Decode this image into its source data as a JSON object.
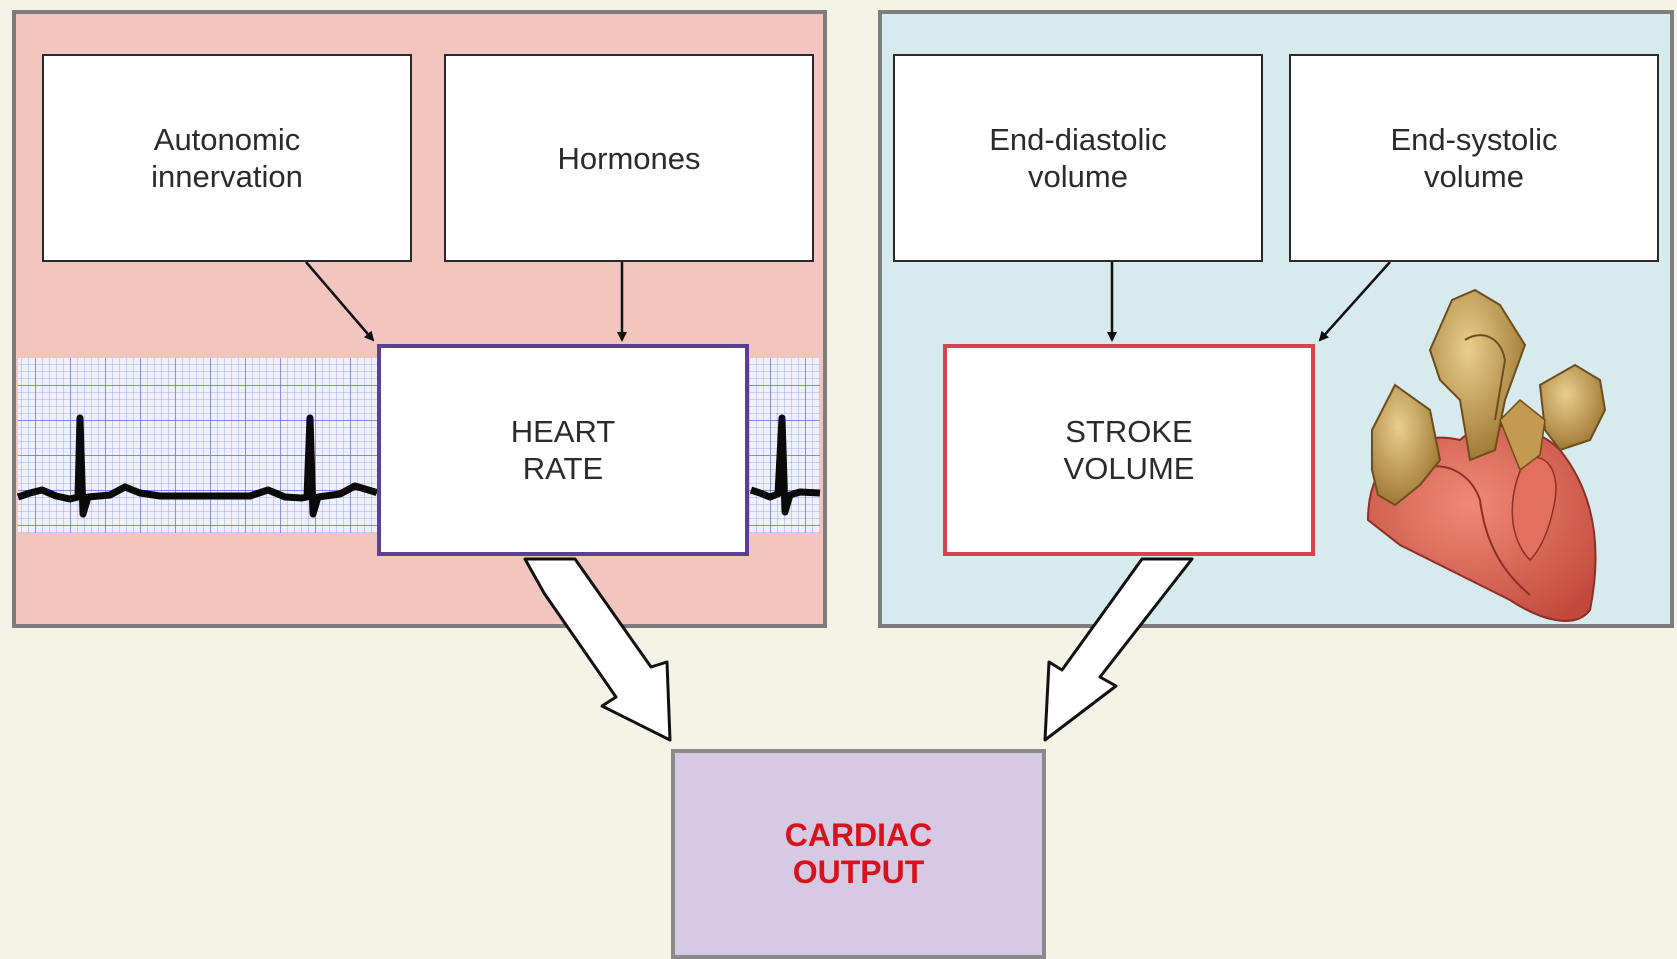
{
  "heart_rate_factors": {
    "autonomic_label": "Autonomic\ninnervation",
    "hormones_label": "Hormones"
  },
  "stroke_volume_factors": {
    "edv_label": "End-diastolic\nvolume",
    "esv_label": "End-systolic\nvolume"
  },
  "heart_rate_label": "HEART\nRATE",
  "stroke_volume_label": "STROKE\nVOLUME",
  "cardiac_output_label": "CARDIAC\nOUTPUT",
  "colors": {
    "heart_rate_panel": "#f2c6bf",
    "stroke_volume_panel": "#d7ebef",
    "heart_rate_border": "#5a3f9a",
    "stroke_volume_border": "#d9414c",
    "cardiac_output_fill": "#d6c9e4",
    "cardiac_output_text": "#d8121c",
    "ecg_grid": "#6b78d8"
  },
  "icons": [
    "ecg-strip-icon",
    "heart-illustration-icon"
  ]
}
